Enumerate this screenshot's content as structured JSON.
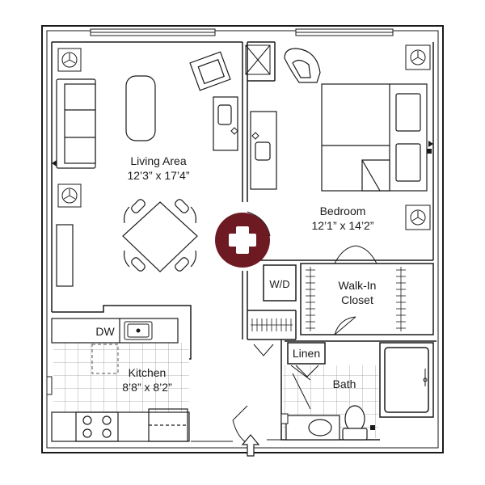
{
  "rooms": {
    "living": {
      "name": "Living Area",
      "dims": "12’3” x 17’4”"
    },
    "bedroom": {
      "name": "Bedroom",
      "dims": "12’1” x 14’2”"
    },
    "kitchen": {
      "name": "Kitchen",
      "dims": "8’8” x 8’2”"
    },
    "closet": {
      "line1": "Walk-In",
      "line2": "Closet"
    },
    "bath": {
      "name": "Bath"
    },
    "linen": {
      "name": "Linen"
    }
  },
  "appliances": {
    "washer_dryer": "W/D",
    "dishwasher": "DW"
  },
  "icons": {
    "accessibility": "accessible-plus-icon",
    "entry": "entry-arrow-icon"
  },
  "colors": {
    "wall": "#1a1a1a",
    "accent": "#6e1a23",
    "tile": "#9a9a9a"
  }
}
